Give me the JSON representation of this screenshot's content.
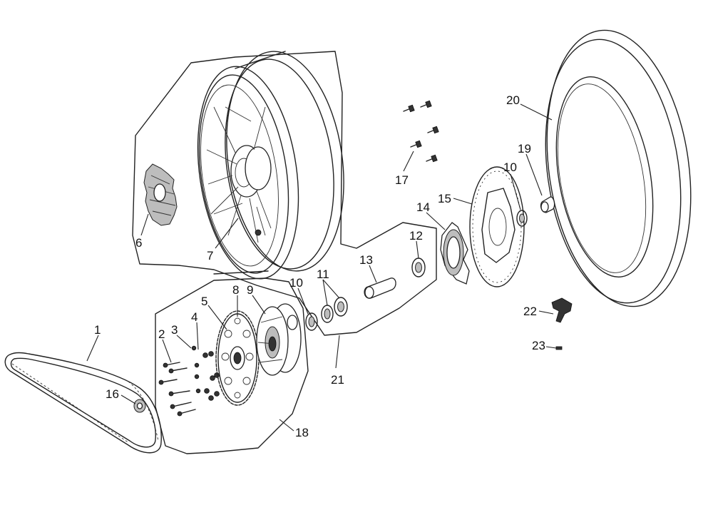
{
  "diagram": {
    "callouts": [
      {
        "id": "1",
        "label": "1"
      },
      {
        "id": "2",
        "label": "2"
      },
      {
        "id": "3",
        "label": "3"
      },
      {
        "id": "4",
        "label": "4"
      },
      {
        "id": "5",
        "label": "5"
      },
      {
        "id": "6",
        "label": "6"
      },
      {
        "id": "7",
        "label": "7"
      },
      {
        "id": "8",
        "label": "8"
      },
      {
        "id": "9",
        "label": "9"
      },
      {
        "id": "10a",
        "label": "10"
      },
      {
        "id": "10b",
        "label": "10"
      },
      {
        "id": "11",
        "label": "11"
      },
      {
        "id": "12",
        "label": "12"
      },
      {
        "id": "13",
        "label": "13"
      },
      {
        "id": "14",
        "label": "14"
      },
      {
        "id": "15",
        "label": "15"
      },
      {
        "id": "16",
        "label": "16"
      },
      {
        "id": "17",
        "label": "17"
      },
      {
        "id": "18",
        "label": "18"
      },
      {
        "id": "19",
        "label": "19"
      },
      {
        "id": "20",
        "label": "20"
      },
      {
        "id": "21",
        "label": "21"
      },
      {
        "id": "22",
        "label": "22"
      },
      {
        "id": "23",
        "label": "23"
      }
    ]
  }
}
